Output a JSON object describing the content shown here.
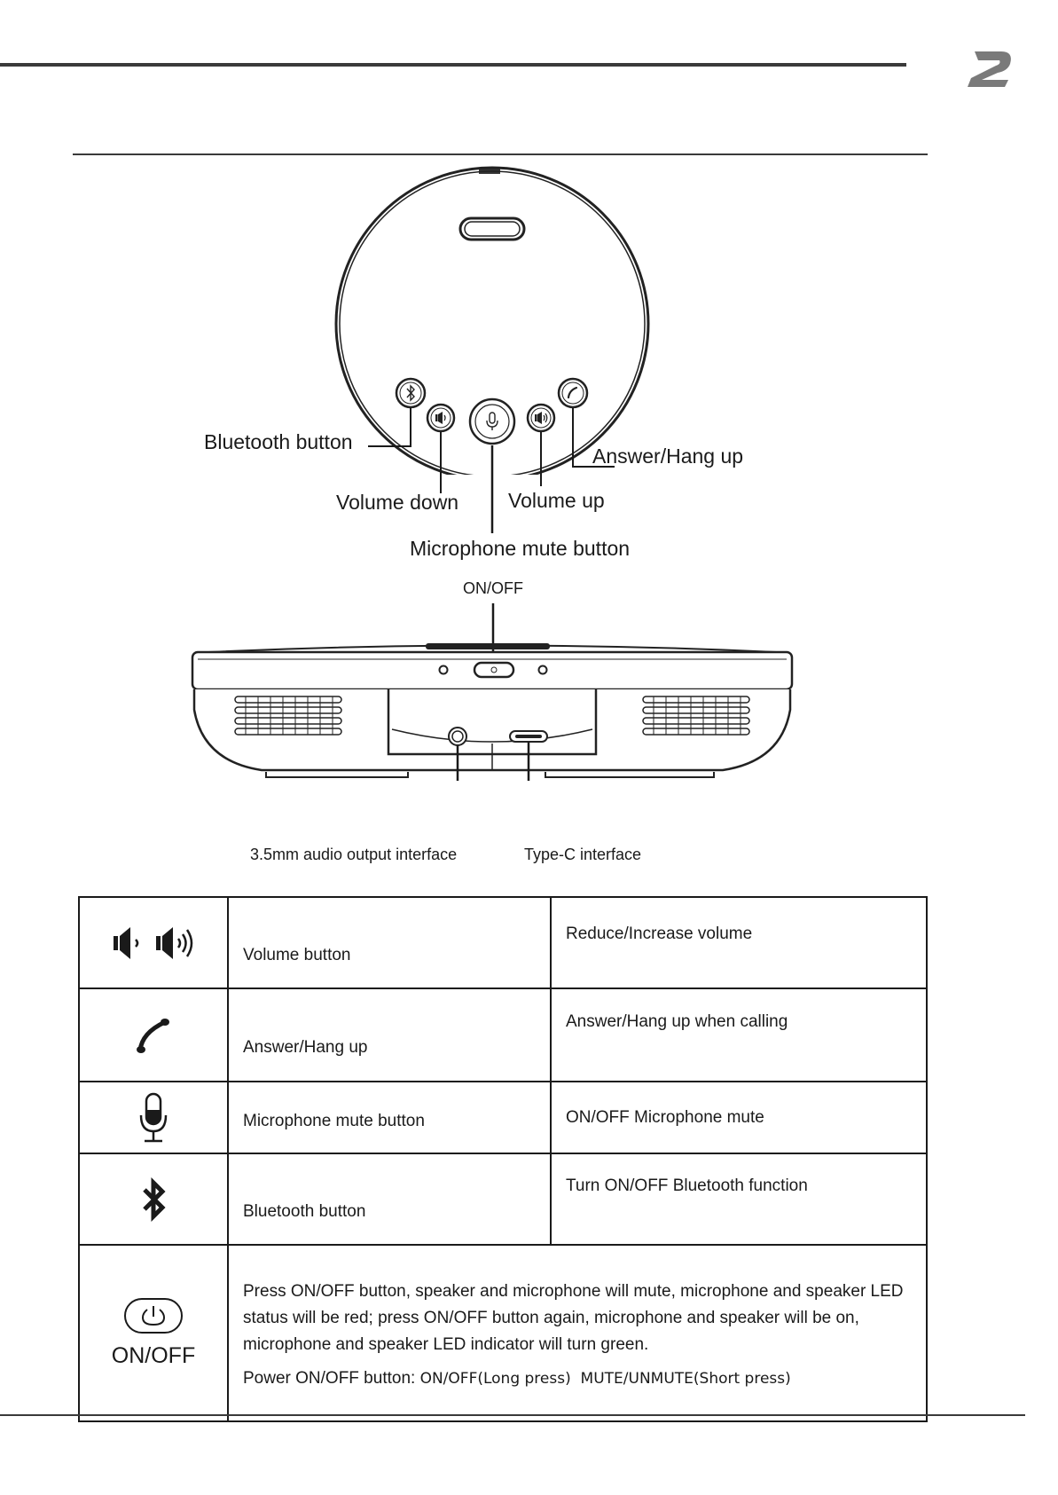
{
  "device_top": {
    "bluetooth_label": "Bluetooth button",
    "volume_down_label": "Volume down",
    "volume_up_label": "Volume up",
    "answer_label": "Answer/Hang up",
    "mic_label": "Microphone mute button"
  },
  "device_side": {
    "onoff_label": "ON/OFF",
    "audio_label": "3.5mm audio output interface",
    "typec_label": "Type-C interface"
  },
  "table": {
    "rows": [
      {
        "icon": "volume-icons",
        "name": "Volume button",
        "desc": "Reduce/Increase volume"
      },
      {
        "icon": "phone-handset-icon",
        "name": "Answer/Hang up",
        "desc": "Answer/Hang up when calling"
      },
      {
        "icon": "microphone-icon",
        "name": "Microphone mute button",
        "desc": "ON/OFF Microphone mute"
      },
      {
        "icon": "bluetooth-icon",
        "name": "Bluetooth button",
        "desc": "Turn ON/OFF Bluetooth function"
      }
    ],
    "power": {
      "icon": "power-icon",
      "icon_label": "ON/OFF",
      "desc": "Press ON/OFF button, speaker and microphone will mute, microphone and speaker LED status will be red; press ON/OFF button again, microphone and speaker will be on, microphone and speaker LED indicator will turn green.",
      "button_prefix": "Power ON/OFF button:",
      "button_detail": "ON/OFF(Long press)  MUTE/UNMUTE(Short press)"
    }
  }
}
